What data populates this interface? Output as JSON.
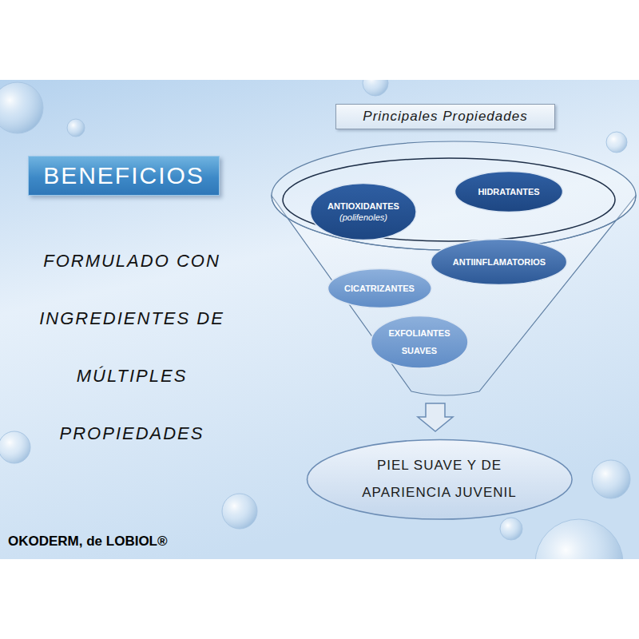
{
  "diagram": {
    "title": "BENEFICIOS",
    "nodes": [
      {
        "text": [
          "Principales Propiedades"
        ]
      },
      {
        "text": [
          "ANTIOXIDANTES",
          "(polifenoles)"
        ]
      },
      {
        "text": [
          "HIDRATANTES"
        ]
      },
      {
        "text": [
          "ANTIINFLAMATORIOS"
        ]
      },
      {
        "text": [
          "CICATRIZANTES"
        ]
      },
      {
        "text": [
          "EXFOLIANTES SUAVES"
        ]
      },
      {
        "text": [
          "PIEL SUAVE Y DE APARIENCIA JUVENIL"
        ]
      }
    ],
    "labels": [
      "FORMULADO CON INGREDIENTES DE MÚLTIPLES PROPIEDADES",
      "OKODERM, de LOBIOL®"
    ]
  }
}
